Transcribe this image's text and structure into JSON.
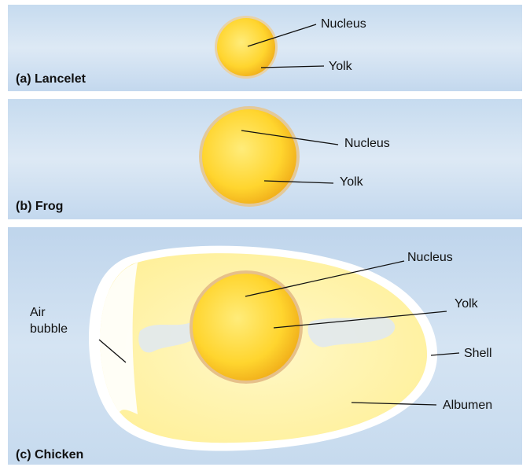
{
  "panels": {
    "lancelet": {
      "title": "(a) Lancelet",
      "labels": {
        "nucleus": "Nucleus",
        "yolk": "Yolk"
      }
    },
    "frog": {
      "title": "(b) Frog",
      "labels": {
        "nucleus": "Nucleus",
        "yolk": "Yolk"
      }
    },
    "chicken": {
      "title": "(c) Chicken",
      "labels": {
        "nucleus": "Nucleus",
        "yolk": "Yolk",
        "air_bubble": "Air\nbubble",
        "shell": "Shell",
        "albumen": "Albumen"
      }
    }
  },
  "colors": {
    "panel_bg_light": "#dde9f5",
    "panel_bg_dark": "#b9d2eb",
    "yolk_center": "#ffe866",
    "yolk_edge": "#f2b21c",
    "albumen": "#fff3a8",
    "shell": "#ffffff",
    "leader_line": "#111111"
  }
}
